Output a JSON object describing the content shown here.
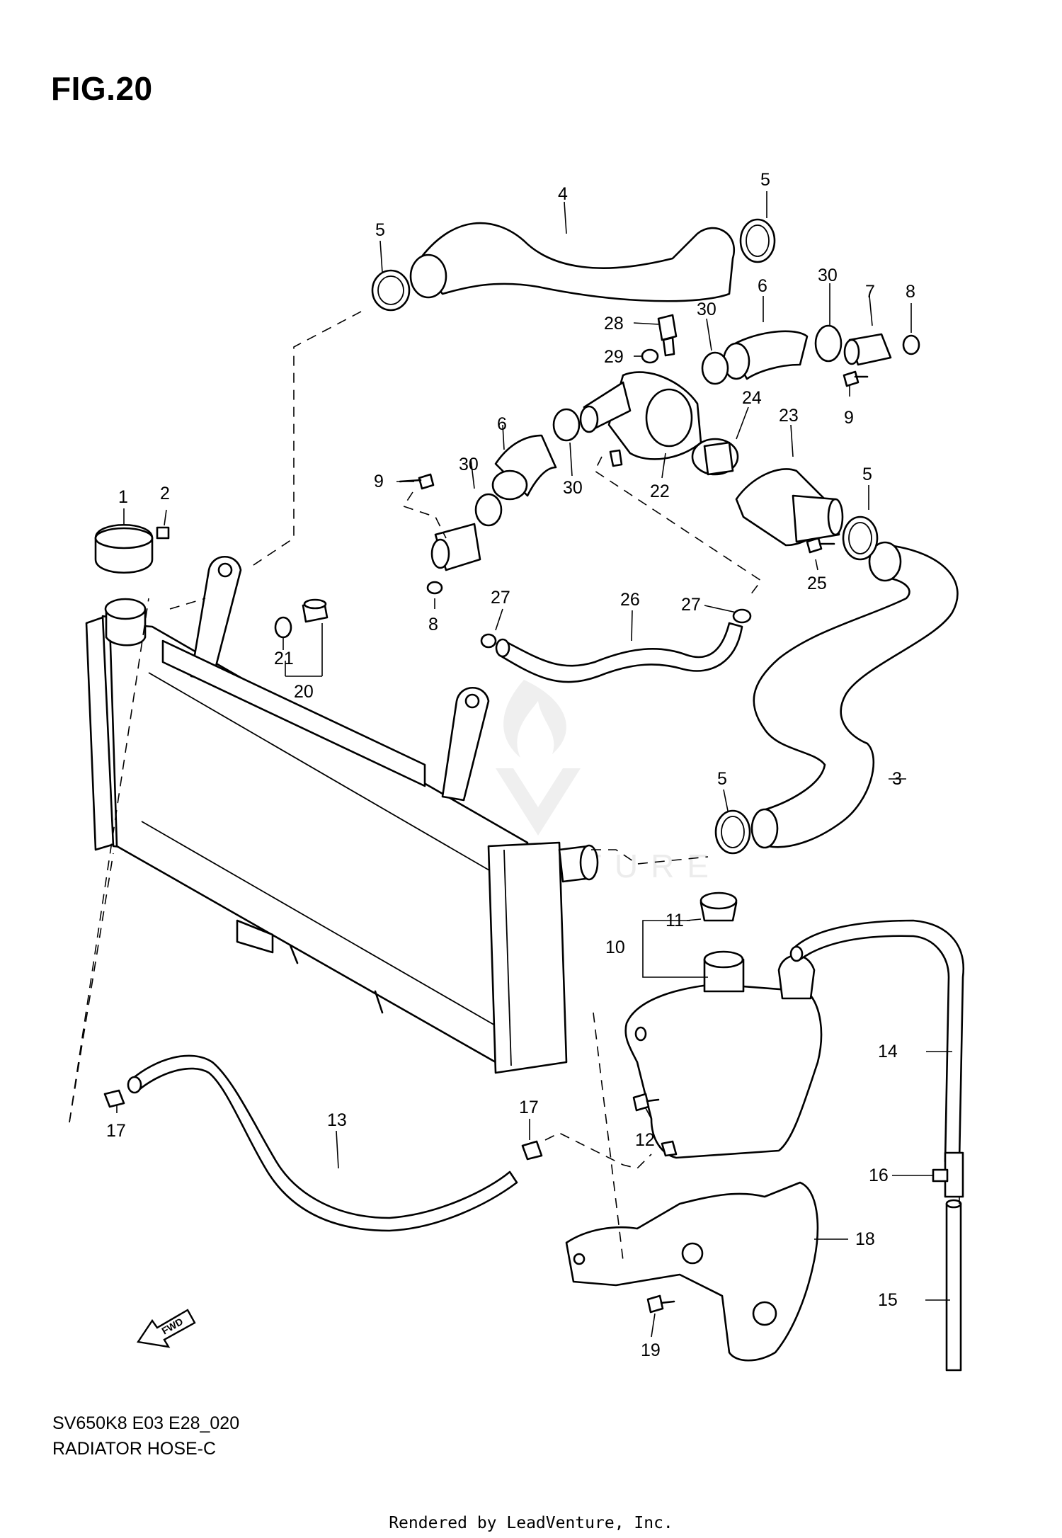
{
  "figure_title": "FIG.20",
  "watermark_text": "LEADVENTURE",
  "fwd_label": "FWD",
  "model_code": "SV650K8 E03 E28_020",
  "diagram_name": "RADIATOR HOSE-C",
  "rendered_by": "Rendered by LeadVenture, Inc.",
  "callouts": [
    {
      "id": "c1",
      "label": "1"
    },
    {
      "id": "c2",
      "label": "2"
    },
    {
      "id": "c3",
      "label": "3"
    },
    {
      "id": "c4",
      "label": "4"
    },
    {
      "id": "c5a",
      "label": "5"
    },
    {
      "id": "c5b",
      "label": "5"
    },
    {
      "id": "c5c",
      "label": "5"
    },
    {
      "id": "c5d",
      "label": "5"
    },
    {
      "id": "c6a",
      "label": "6"
    },
    {
      "id": "c6b",
      "label": "6"
    },
    {
      "id": "c7",
      "label": "7"
    },
    {
      "id": "c8a",
      "label": "8"
    },
    {
      "id": "c8b",
      "label": "8"
    },
    {
      "id": "c9a",
      "label": "9"
    },
    {
      "id": "c9b",
      "label": "9"
    },
    {
      "id": "c10",
      "label": "10"
    },
    {
      "id": "c11",
      "label": "11"
    },
    {
      "id": "c12",
      "label": "12"
    },
    {
      "id": "c13",
      "label": "13"
    },
    {
      "id": "c14",
      "label": "14"
    },
    {
      "id": "c15",
      "label": "15"
    },
    {
      "id": "c16",
      "label": "16"
    },
    {
      "id": "c17a",
      "label": "17"
    },
    {
      "id": "c17b",
      "label": "17"
    },
    {
      "id": "c18",
      "label": "18"
    },
    {
      "id": "c19",
      "label": "19"
    },
    {
      "id": "c20",
      "label": "20"
    },
    {
      "id": "c21",
      "label": "21"
    },
    {
      "id": "c22",
      "label": "22"
    },
    {
      "id": "c23",
      "label": "23"
    },
    {
      "id": "c24",
      "label": "24"
    },
    {
      "id": "c25",
      "label": "25"
    },
    {
      "id": "c26",
      "label": "26"
    },
    {
      "id": "c27a",
      "label": "27"
    },
    {
      "id": "c27b",
      "label": "27"
    },
    {
      "id": "c28",
      "label": "28"
    },
    {
      "id": "c29",
      "label": "29"
    },
    {
      "id": "c30a",
      "label": "30"
    },
    {
      "id": "c30b",
      "label": "30"
    },
    {
      "id": "c30c",
      "label": "30"
    },
    {
      "id": "c30d",
      "label": "30"
    }
  ]
}
